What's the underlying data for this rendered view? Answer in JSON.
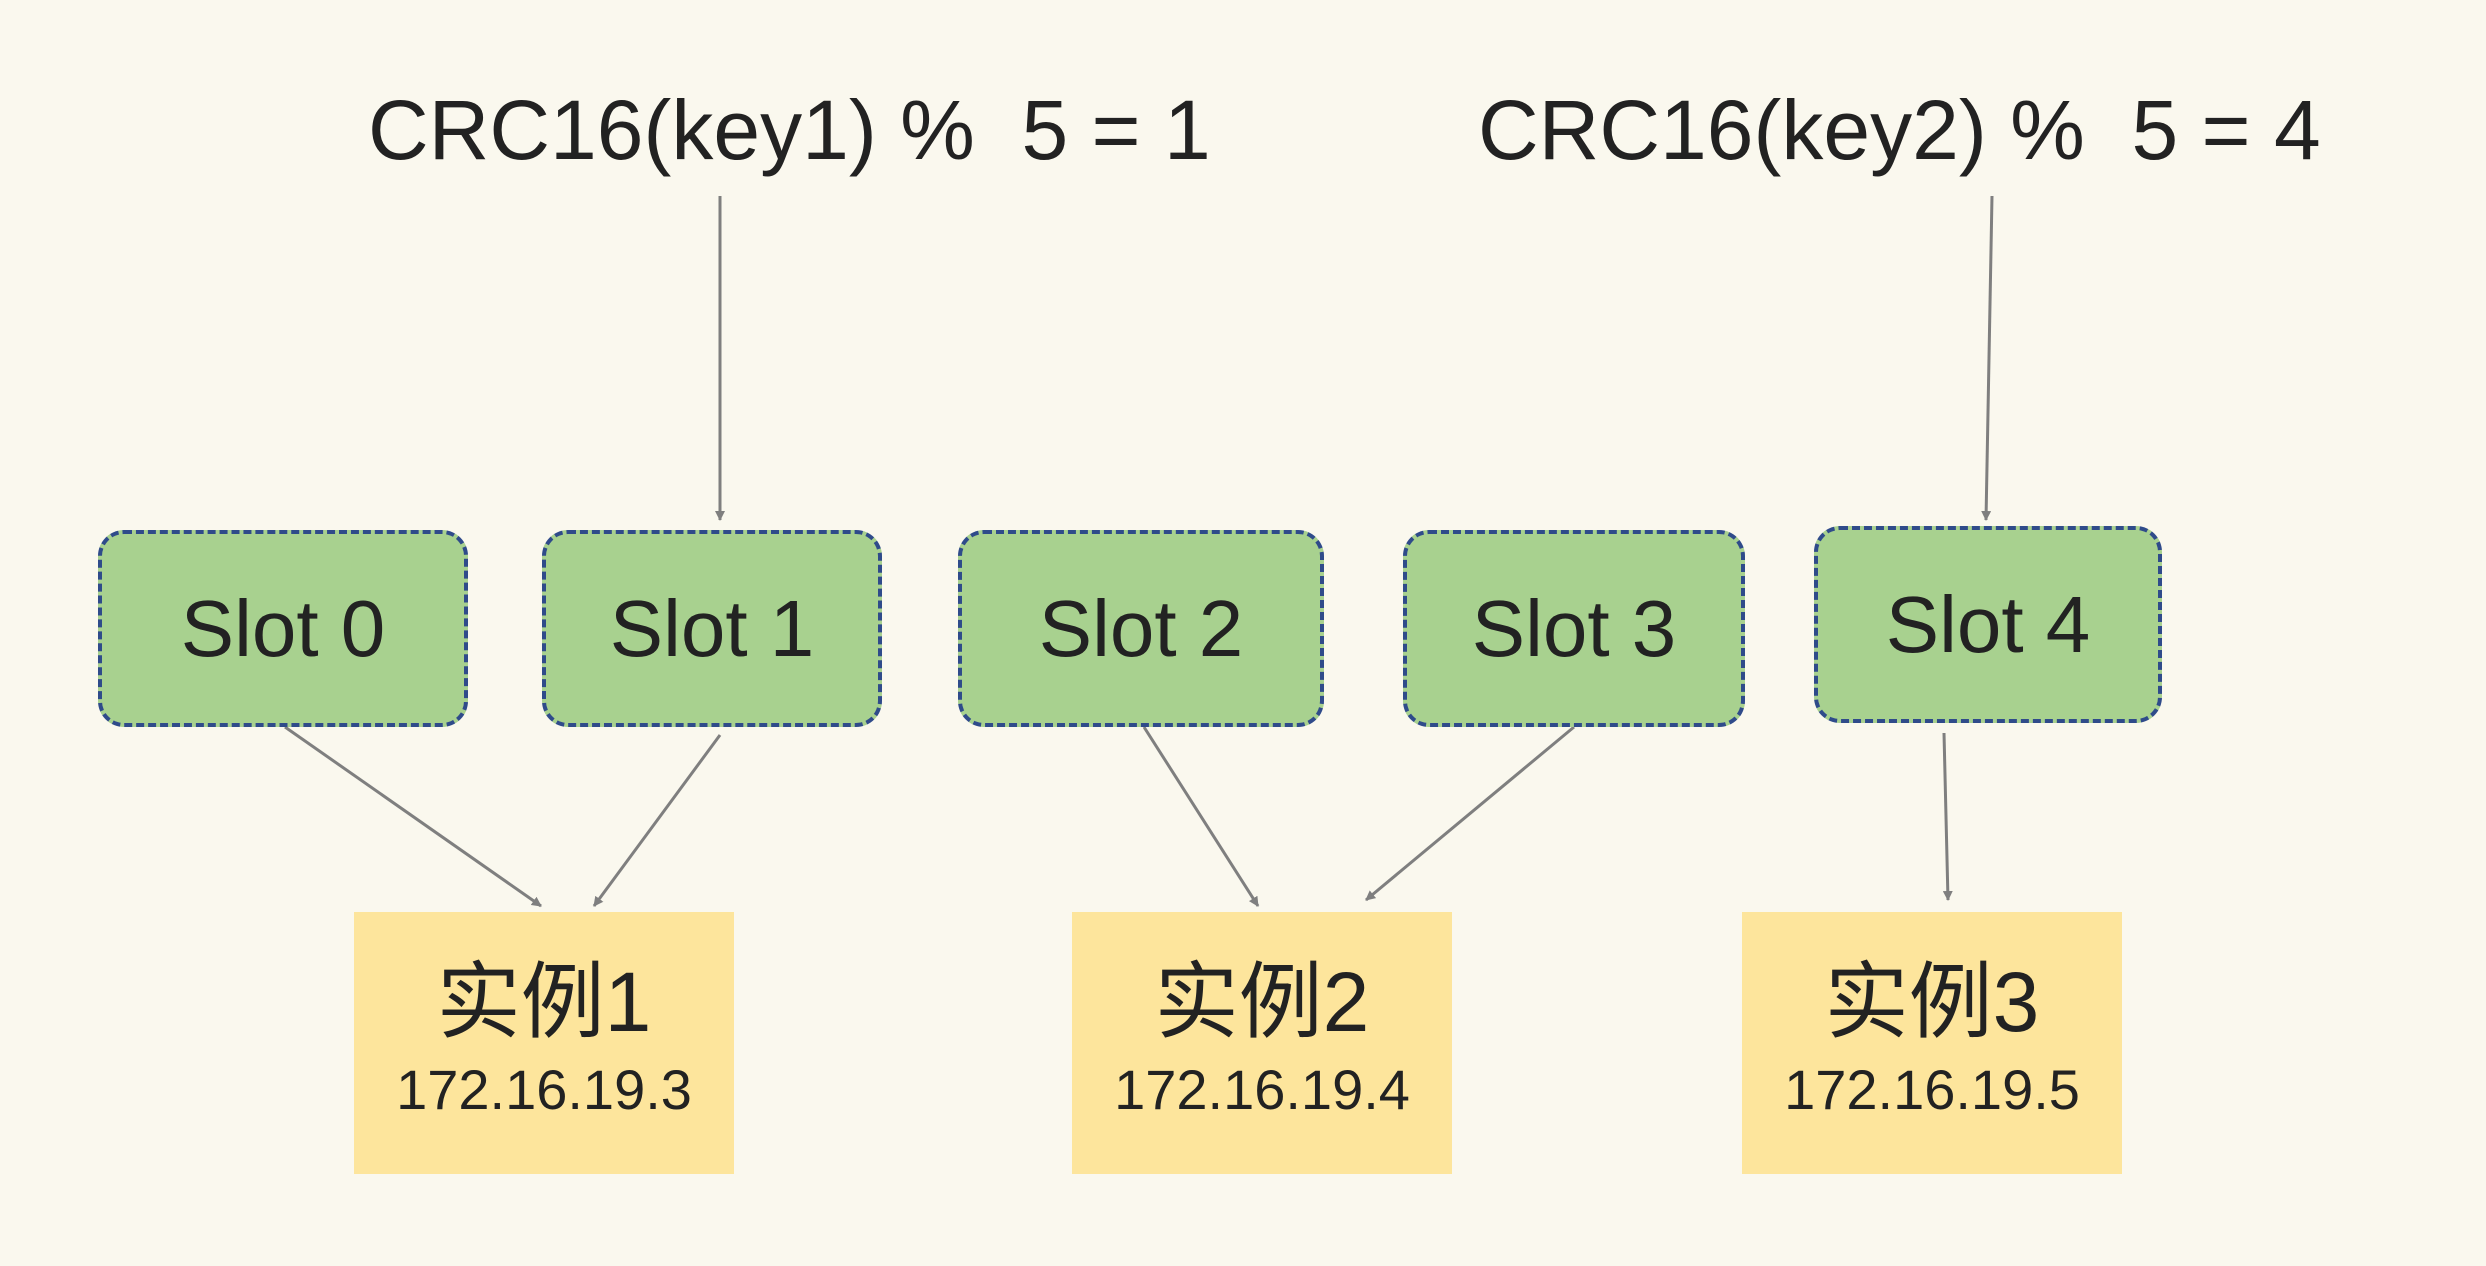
{
  "formulas": [
    {
      "text": "CRC16(key1) %  5 = 1"
    },
    {
      "text": "CRC16(key2) %  5 = 4"
    }
  ],
  "slots": [
    {
      "label": "Slot 0"
    },
    {
      "label": "Slot 1"
    },
    {
      "label": "Slot 2"
    },
    {
      "label": "Slot 3"
    },
    {
      "label": "Slot 4"
    }
  ],
  "instances": [
    {
      "name": "实例1",
      "ip": "172.16.19.3"
    },
    {
      "name": "实例2",
      "ip": "172.16.19.4"
    },
    {
      "name": "实例3",
      "ip": "172.16.19.5"
    }
  ],
  "colors": {
    "background": "#faf8ee",
    "slot_fill": "#a8d18f",
    "slot_border": "#2f4b8a",
    "instance_fill": "#fde59c",
    "arrow": "#7f7f7f"
  }
}
